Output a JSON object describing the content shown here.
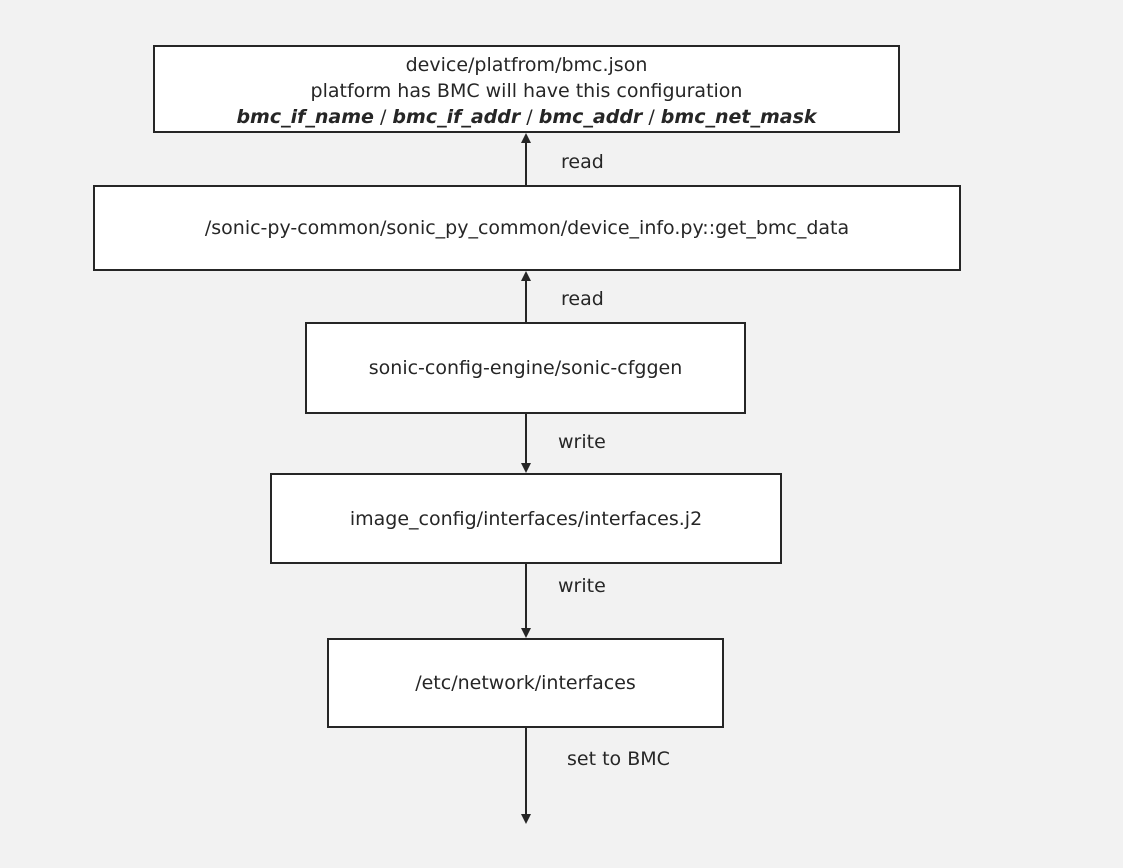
{
  "nodes": {
    "bmc_json": {
      "line1": "device/platfrom/bmc.json",
      "line2": "platform has BMC will have this configuration",
      "fields": [
        "bmc_if_name",
        "bmc_if_addr",
        "bmc_addr",
        "bmc_net_mask"
      ],
      "separator": " / "
    },
    "device_info": {
      "label": "/sonic-py-common/sonic_py_common/device_info.py::get_bmc_data"
    },
    "cfggen": {
      "label": "sonic-config-engine/sonic-cfggen"
    },
    "interfaces_j2": {
      "label": "image_config/interfaces/interfaces.j2"
    },
    "etc_interfaces": {
      "label": "/etc/network/interfaces"
    }
  },
  "edges": {
    "read_1": "read",
    "read_2": "read",
    "write_1": "write",
    "write_2": "write",
    "set_bmc": "set to BMC"
  },
  "colors": {
    "background": "#f2f2f2",
    "box_fill": "#ffffff",
    "stroke": "#262626"
  }
}
